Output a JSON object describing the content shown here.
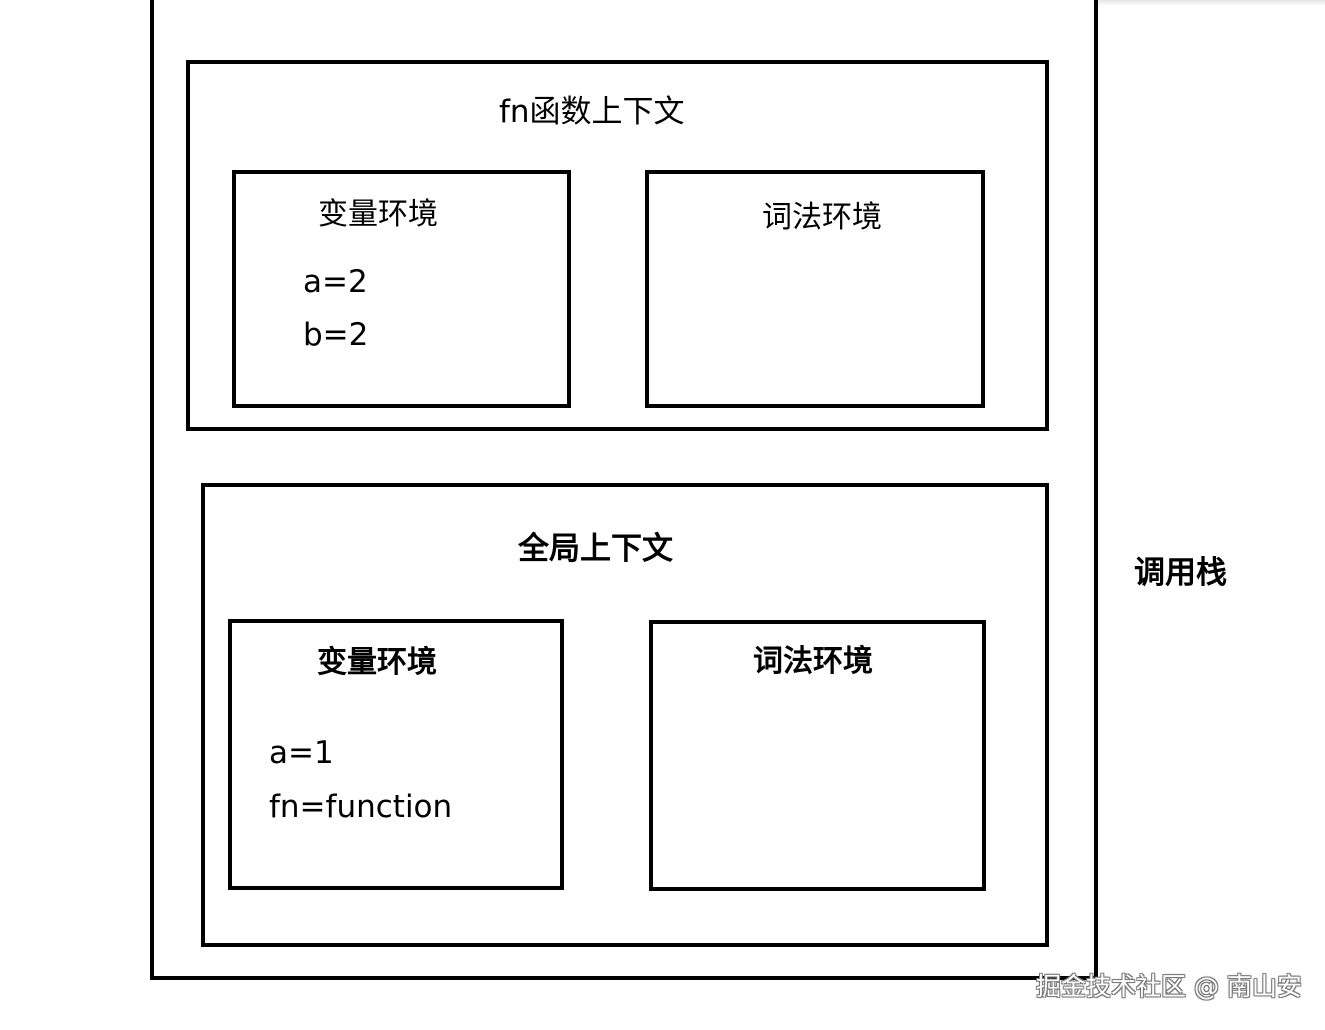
{
  "fn_context": {
    "title": "fn函数上下文",
    "variable_env": {
      "title": "变量环境",
      "entries": [
        "a=2",
        "b=2"
      ]
    },
    "lexical_env": {
      "title": "词法环境"
    }
  },
  "global_context": {
    "title": "全局上下文",
    "variable_env": {
      "title": "变量环境",
      "entries": [
        "a=1",
        "fn=function"
      ]
    },
    "lexical_env": {
      "title": "词法环境"
    }
  },
  "call_stack_label": "调用栈",
  "watermark": "掘金技术社区 @ 南山安"
}
